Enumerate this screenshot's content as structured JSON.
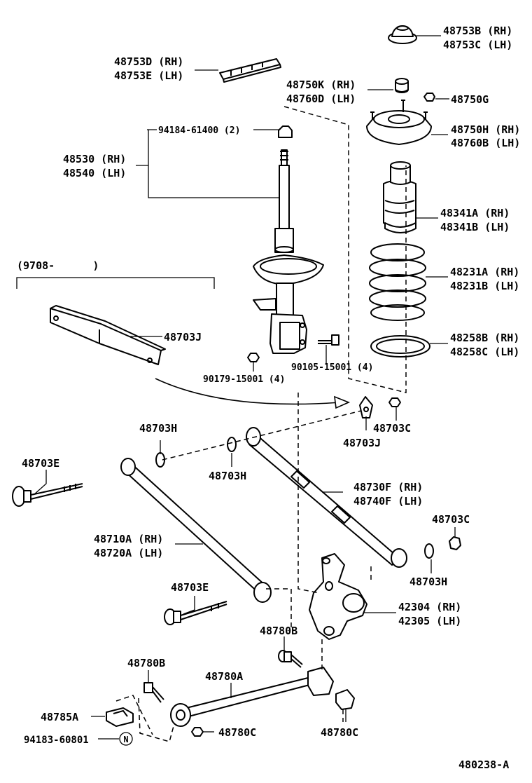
{
  "diagram_id": "480238-A",
  "date_note": "(9708-      )",
  "labels": {
    "l_48753B": "48753B (RH)",
    "l_48753C": "48753C (LH)",
    "l_48753D": "48753D (RH)",
    "l_48753E": "48753E (LH)",
    "l_48750K": "48750K (RH)",
    "l_48760D": "48760D (LH)",
    "l_48750G": "48750G",
    "l_94184": "94184-61400 (2)",
    "l_48750H": "48750H (RH)",
    "l_48760B": "48760B (LH)",
    "l_48530": "48530 (RH)",
    "l_48540": "48540 (LH)",
    "l_48341A": "48341A (RH)",
    "l_48341B": "48341B (LH)",
    "l_48231A": "48231A (RH)",
    "l_48231B": "48231B (LH)",
    "l_48703J_top": "48703J",
    "l_48258B": "48258B (RH)",
    "l_48258C": "48258C (LH)",
    "l_90179": "90179-15001 (4)",
    "l_90105": "90105-15001 (4)",
    "l_48703H_a": "48703H",
    "l_48703C_a": "48703C",
    "l_48703J_b": "48703J",
    "l_48703E_a": "48703E",
    "l_48703H_b": "48703H",
    "l_48730F": "48730F (RH)",
    "l_48740F": "48740F (LH)",
    "l_48703C_b": "48703C",
    "l_48710A": "48710A (RH)",
    "l_48720A": "48720A (LH)",
    "l_48703H_c": "48703H",
    "l_48703E_b": "48703E",
    "l_42304": "42304 (RH)",
    "l_42305": "42305 (LH)",
    "l_48780B_a": "48780B",
    "l_48780B_b": "48780B",
    "l_48780A": "48780A",
    "l_48785A": "48785A",
    "l_94183": "94183-60801",
    "l_48780C_a": "48780C",
    "l_48780C_b": "48780C",
    "n_mark": "N"
  }
}
